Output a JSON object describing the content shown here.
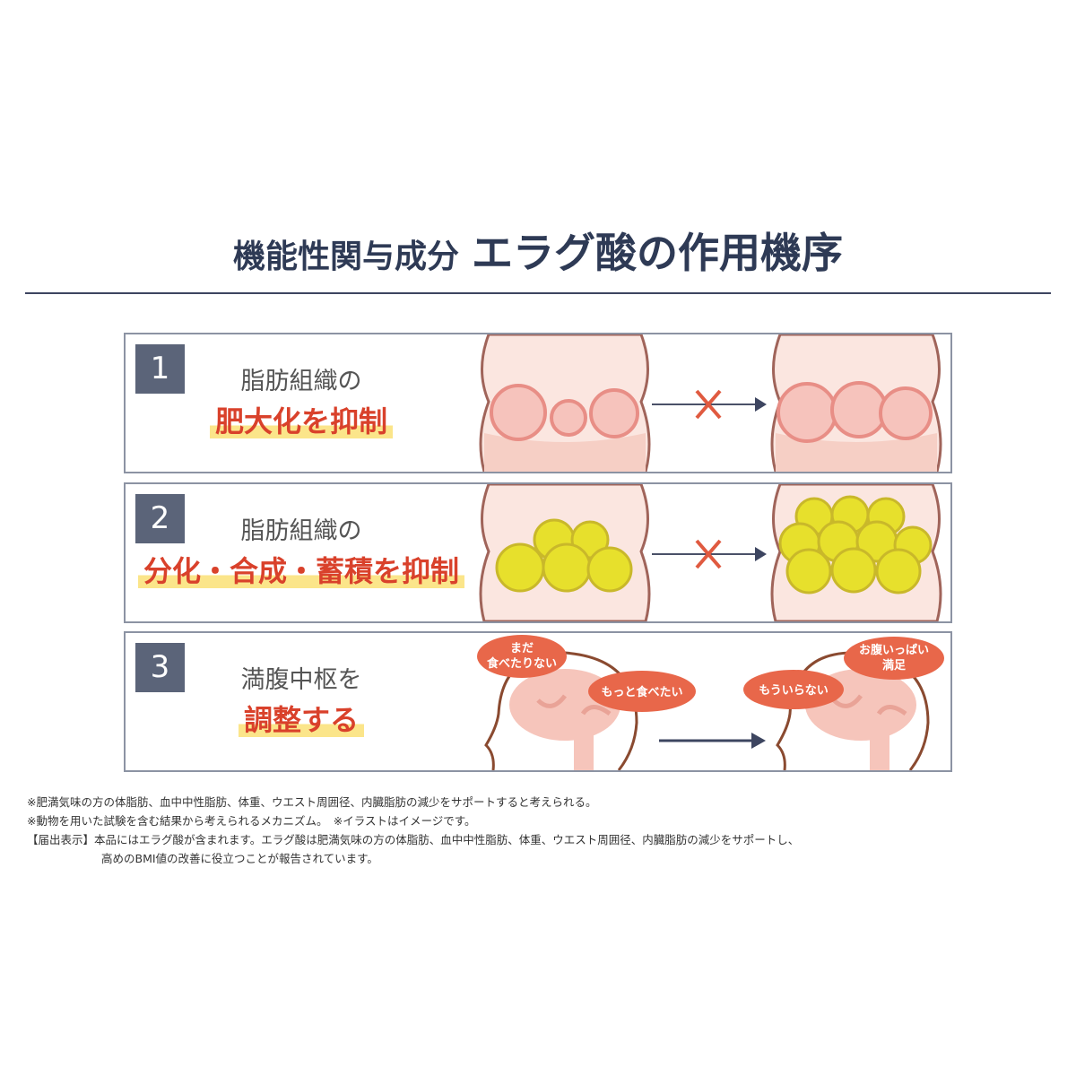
{
  "title": {
    "sub": "機能性関与成分",
    "main": "エラグ酸の作用機序"
  },
  "panels": [
    {
      "number": "1",
      "line1": "脂肪組織の",
      "line2": "肥大化を抑制"
    },
    {
      "number": "2",
      "line1": "脂肪組織の",
      "line2": "分化・合成・蓄積を抑制"
    },
    {
      "number": "3",
      "line1": "満腹中枢を",
      "line2": "調整する",
      "bubbles_before": [
        "まだ",
        "食べたりない",
        "もっと食べたい"
      ],
      "bubbles_after": [
        "お腹いっぱい",
        "満足",
        "もういらない"
      ]
    }
  ],
  "notes": [
    "※肥満気味の方の体脂肪、血中中性脂肪、体重、ウエスト周囲径、内臓脂肪の減少をサポートすると考えられる。",
    "※動物を用いた試験を含む結果から考えられるメカニズム。　※イラストはイメージです。",
    "【届出表示】本品にはエラグ酸が含まれます。エラグ酸は肥満気味の方の体脂肪、血中中性脂肪、体重、ウエスト周囲径、内臓脂肪の減少をサポートし、",
    "高めのBMI値の改善に役立つことが報告されています。"
  ],
  "colors": {
    "navy": "#2e3a55",
    "red": "#d9412b",
    "highlight": "#fbe58a",
    "bubble": "#e8674a",
    "skin": "#f9dcd4"
  }
}
